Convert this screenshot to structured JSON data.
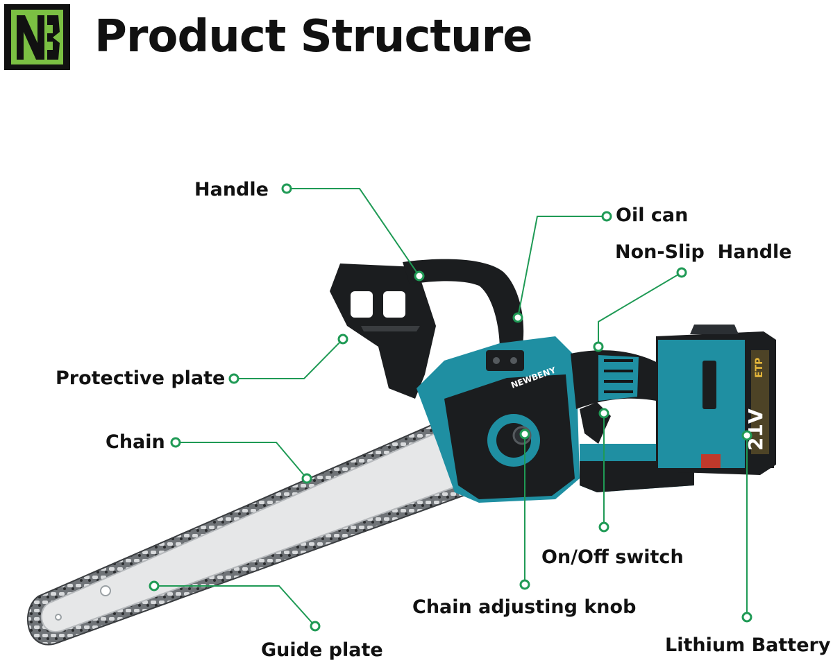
{
  "header": {
    "logo_text": "NB",
    "title": "Product Structure"
  },
  "brand_text": "NEWBENY",
  "battery": {
    "voltage": "21V",
    "badge": "ETP"
  },
  "colors": {
    "accent": "#1f9a55",
    "logo_bg": "#7bc043",
    "tool_teal": "#1f8fa2",
    "tool_black": "#1b1d1f"
  },
  "labels": {
    "handle": "Handle",
    "oil_can": "Oil can",
    "non_slip_handle": "Non-Slip  Handle",
    "protective_plate": "Protective plate",
    "chain": "Chain",
    "on_off_switch": "On/Off switch",
    "chain_adjusting_knob": "Chain adjusting knob",
    "guide_plate": "Guide plate",
    "lithium_battery": "Lithium Battery"
  }
}
